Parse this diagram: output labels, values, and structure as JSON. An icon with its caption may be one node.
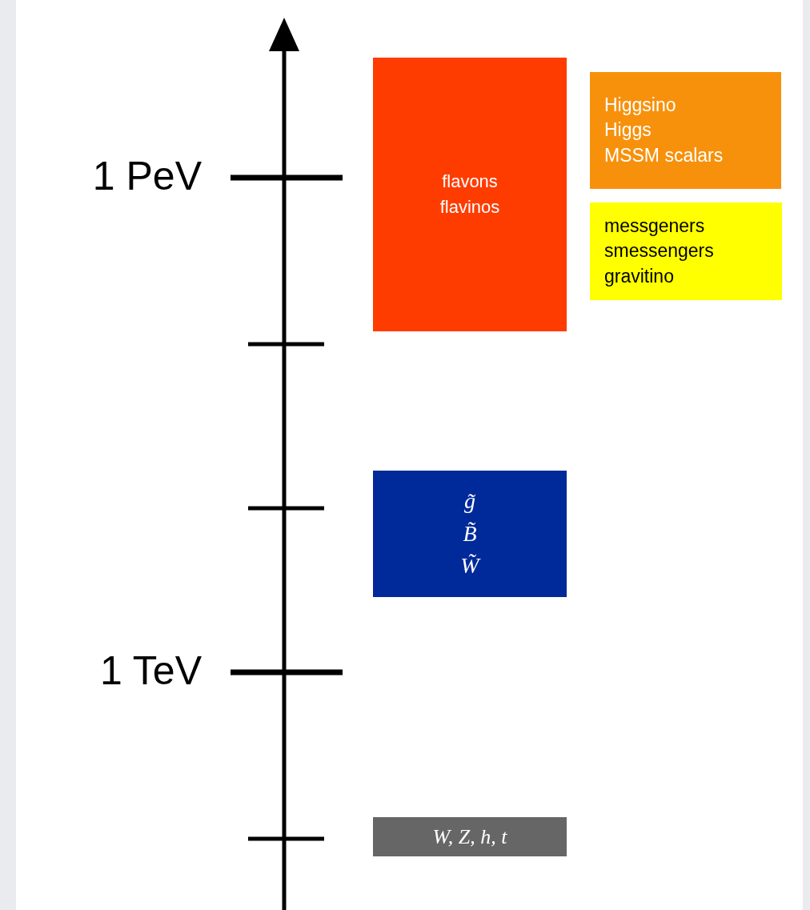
{
  "diagram": {
    "nodes": [
      {
        "text": [
          "flavons",
          "flavinos"
        ]
      },
      {
        "text": [
          "Higgsino",
          "Higgs",
          "MSSM scalars"
        ]
      },
      {
        "text": [
          "messgeners",
          "smessengers",
          "gravitino"
        ]
      },
      {
        "text": [
          "g̃",
          "B̃",
          "W̃"
        ]
      },
      {
        "text": [
          "W, Z, h, t"
        ]
      }
    ],
    "edges": [],
    "labels": [
      "1 PeV",
      "1 TeV"
    ]
  }
}
